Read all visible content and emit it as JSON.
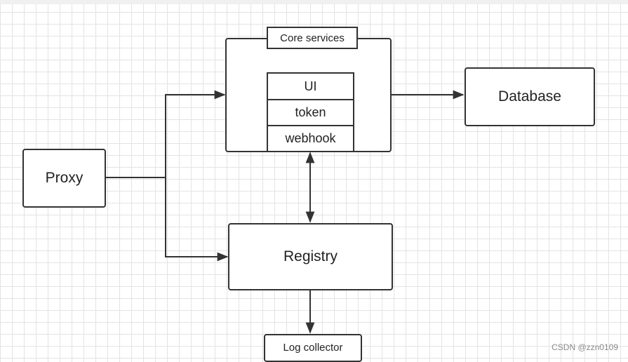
{
  "diagram": {
    "proxy_label": "Proxy",
    "core_services_label": "Core services",
    "core_items": [
      "UI",
      "token",
      "webhook"
    ],
    "database_label": "Database",
    "registry_label": "Registry",
    "log_collector_label": "Log collector"
  },
  "watermark": "CSDN @zzn0109",
  "colors": {
    "stroke": "#333333",
    "grid": "#e3e3e3"
  }
}
